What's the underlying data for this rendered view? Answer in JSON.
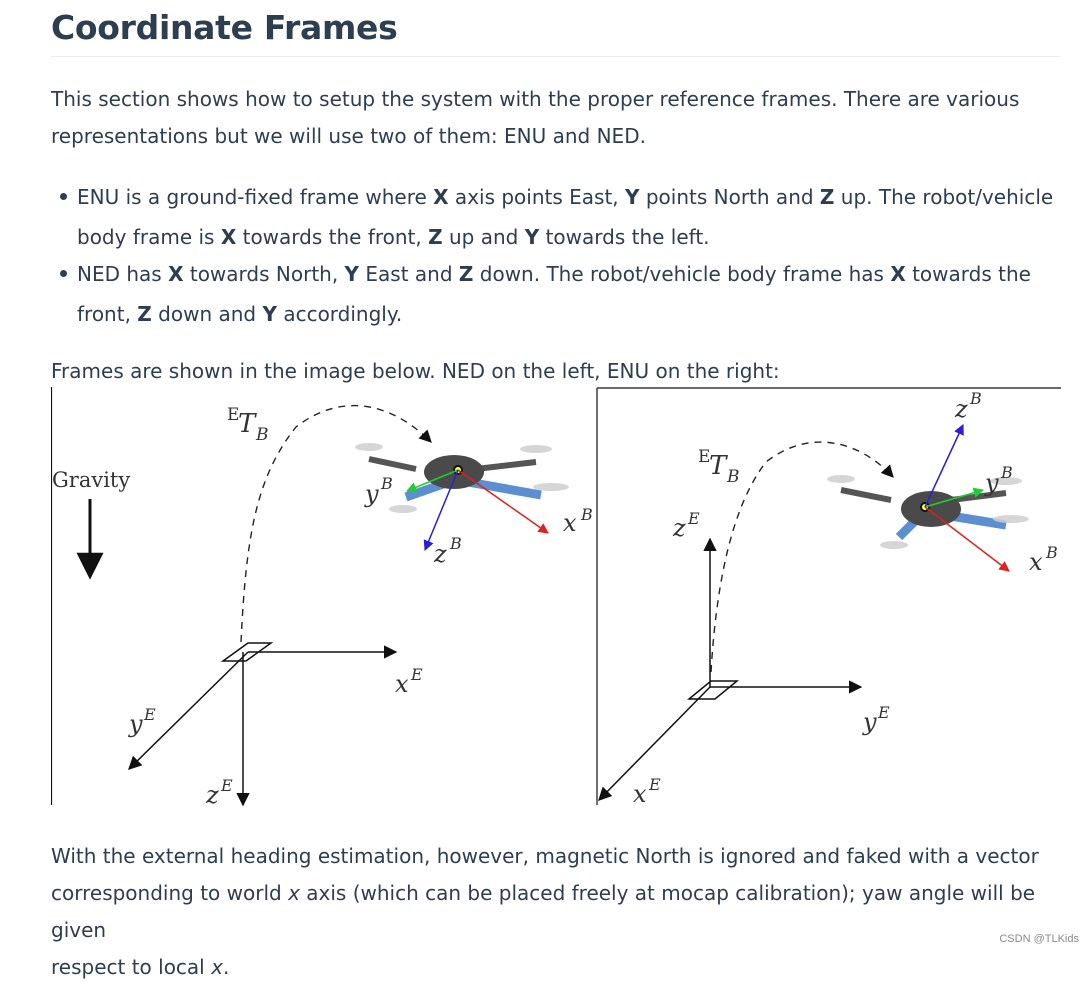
{
  "title": "Coordinate Frames",
  "intro": {
    "line1": "This section shows how to setup the system with the proper reference frames. There are various",
    "line2": "representations but we will use two of them: ENU and NED."
  },
  "bullets": {
    "enu": {
      "t1": "ENU is a ground-fixed frame where ",
      "b1": "X",
      "t2": " axis points East, ",
      "b2": "Y",
      "t3": " points North and ",
      "b3": "Z",
      "t4": " up. The robot/vehicle body frame is ",
      "b4": "X",
      "t5": " towards the front, ",
      "b5": "Z",
      "t6": " up and ",
      "b6": "Y",
      "t7": " towards the left."
    },
    "ned": {
      "t1": "NED has ",
      "b1": "X",
      "t2": " towards North, ",
      "b2": "Y",
      "t3": " East and ",
      "b3": "Z",
      "t4": " down. The robot/vehicle body frame has ",
      "b4": "X",
      "t5": " towards the front, ",
      "b5": "Z",
      "t6": " down and ",
      "b6": "Y",
      "t7": " accordingly."
    }
  },
  "frames_caption": "Frames are shown in the image below. NED on the left, ENU on the right:",
  "figure": {
    "ned": {
      "gravity": "Gravity",
      "transform": "E",
      "transform_main": "T",
      "transform_sub": "B",
      "yB": "y",
      "yB_sup": "B",
      "xB": "x",
      "xB_sup": "B",
      "zB": "z",
      "zB_sup": "B",
      "xE": "x",
      "xE_sup": "E",
      "yE": "y",
      "yE_sup": "E",
      "zE": "z",
      "zE_sup": "E"
    },
    "enu": {
      "transform": "E",
      "transform_main": "T",
      "transform_sub": "B",
      "zB": "z",
      "zB_sup": "B",
      "yB": "y",
      "yB_sup": "B",
      "xB": "x",
      "xB_sup": "B",
      "zE": "z",
      "zE_sup": "E",
      "yE": "y",
      "yE_sup": "E",
      "xE": "x",
      "xE_sup": "E"
    },
    "colors": {
      "x_axis": "#e02020",
      "y_axis": "#22cc33",
      "z_axis": "#2a1fd6",
      "drone_body": "#4a4a4a",
      "drone_arm": "#5b8fd0"
    }
  },
  "outro": {
    "l1": "With the external heading estimation, however, magnetic North is ignored and faked with a vector",
    "l2a": "corresponding to world ",
    "l2x": "x",
    "l2b": " axis (which can be placed freely at mocap calibration); yaw angle will be given",
    "l3a": "respect to local ",
    "l3x": "x",
    "l3b": "."
  },
  "watermark": "CSDN @TLKids"
}
